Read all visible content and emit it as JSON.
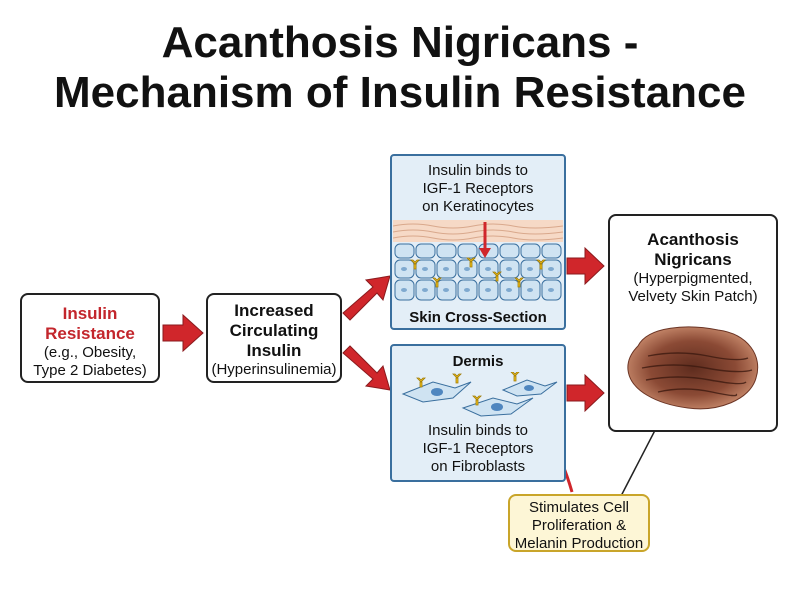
{
  "title": {
    "line1": "Acanthosis Nigricans -",
    "line2": "Mechanism of Insulin Resistance"
  },
  "insulin_resistance": {
    "heading_line1": "Insulin",
    "heading_line2": "Resistance",
    "detail_line1": "(e.g., Obesity,",
    "detail_line2": "Type 2 Diabetes)"
  },
  "increased_insulin": {
    "heading_line1": "Increased",
    "heading_line2": "Circulating",
    "heading_line3": "Insulin",
    "detail": "(Hyperinsulinemia)"
  },
  "keratinocytes_panel": {
    "text_line1": "Insulin binds to",
    "text_line2": "IGF-1 Receptors",
    "text_line3": "on Keratinocytes",
    "caption": "Skin Cross-Section"
  },
  "fibroblasts_panel": {
    "heading": "Dermis",
    "text_line1": "Insulin binds to",
    "text_line2": "IGF-1 Receptors",
    "text_line3": "on Fibroblasts"
  },
  "acanthosis": {
    "heading_line1": "Acanthosis",
    "heading_line2": "Nigricans",
    "detail_line1": "(Hyperpigmented,",
    "detail_line2": "Velvety Skin Patch)"
  },
  "stimulates": {
    "line1": "Stimulates Cell",
    "line2": "Proliferation &",
    "line3": "Melanin Production"
  },
  "colors": {
    "arrow": "#d0262b",
    "panel_fill": "#e3eef7",
    "panel_border": "#3a6f9e",
    "receptor": "#f2c21b",
    "cell": "#cfe3f2",
    "skin_patch": "#8b4a35"
  }
}
